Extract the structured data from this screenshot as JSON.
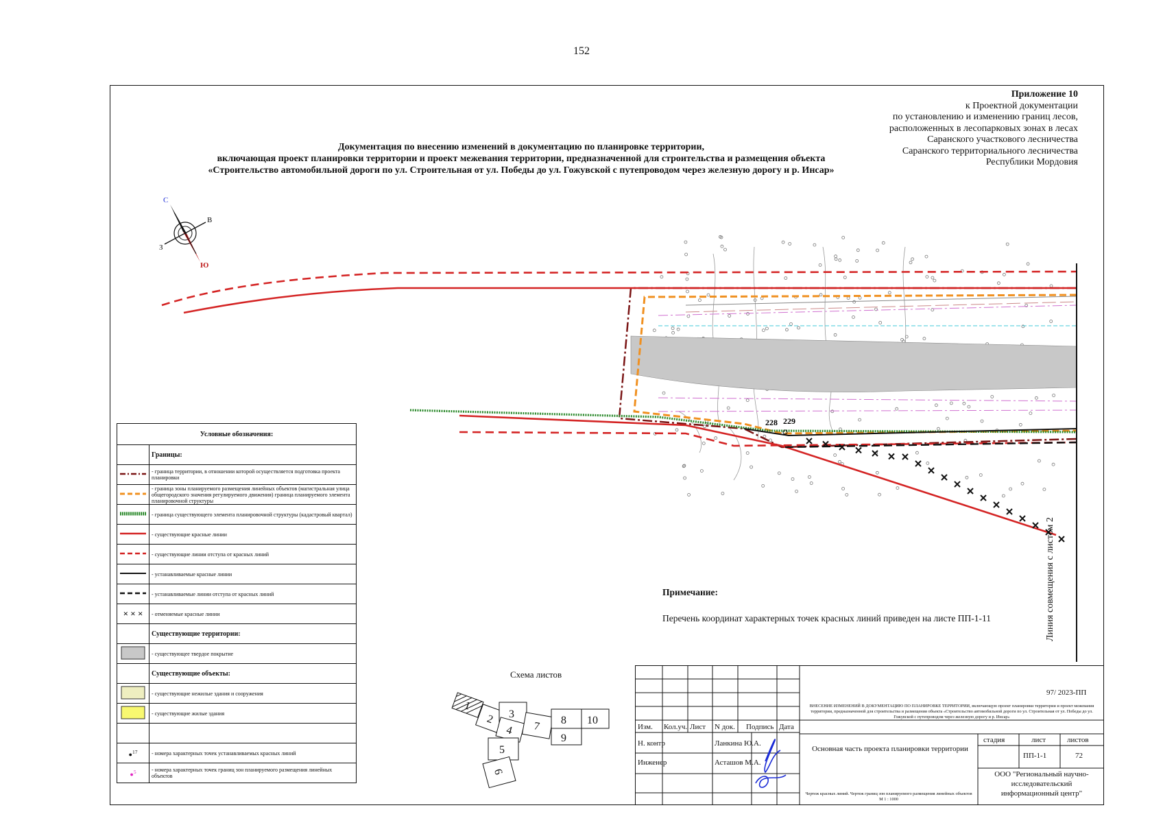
{
  "page_number": "152",
  "appendix": {
    "title": "Приложение 10",
    "lines": [
      "к Проектной документации",
      "по установлению и изменению границ лесов,",
      "расположенных в лесопарковых зонах в лесах",
      "Саранского участкового лесничества",
      "Саранского территориального лесничества",
      "Республики Мордовия"
    ]
  },
  "doc_title": [
    "Документация по внесению изменений в документацию по планировке территории,",
    "включающая проект планировки территории и проект межевания территории, предназначенной для строительства и размещения объекта",
    "«Строительство автомобильной дороги по ул. Строительная от ул. Победы до ул. Гожувской с путепроводом через железную дорогу и р. Инсар»"
  ],
  "compass": {
    "n": "С",
    "e": "В",
    "s": "Ю",
    "w": "З"
  },
  "point_labels": [
    "228",
    "229"
  ],
  "legend": {
    "header": "Условные обозначения:",
    "sec_borders": "Границы:",
    "items_borders": [
      "- граница территории, в отношении которой осуществляется подготовка проекта планировки",
      "- граница зоны планируемого размещения линейных объектов (магистральная улица общегородского значения регулируемого движения) граница планируемого элемента планировочной структуры",
      "- граница существующего элемента планировочной структуры (кадастровый квартал)",
      "- существующие красные линии",
      "- существующие линии отступа от красных линий",
      "- устанавливаемые красные линии",
      "- устанавливаемые линии отступа от красных линий",
      "- отменяемые красные линии"
    ],
    "sec_territories": "Существующие территории:",
    "item_hard": "- существующее твердое покрытие",
    "sec_objects": "Существующие объекты:",
    "item_nonres": "- существующие нежилые здания и сооружения",
    "item_res": "- существующие жилые здания",
    "item_pts17_num": "17",
    "item_pts17": "- номера характерных точек устанавливаемых красных линий",
    "item_pts5_num": "5",
    "item_pts5": "- номера характерных точек границ зон планируемого размещения линейных объектов",
    "xmark": "× × ×"
  },
  "note": {
    "title": "Примечание:",
    "text": "Перечень координат характерных точек красных линий приведен на листе ПП-1-11"
  },
  "vertical_label": "Линия совмещения с листом 2",
  "scheme": {
    "title": "Схема листов",
    "sheets": [
      "1",
      "2",
      "3",
      "4",
      "5",
      "6",
      "7",
      "8",
      "9",
      "10"
    ]
  },
  "title_block": {
    "code": "97/ 2023-ПП",
    "col_headers": [
      "Изм.",
      "Кол.уч.",
      "Лист",
      "N док.",
      "Подпись",
      "Дата"
    ],
    "description": "ВНЕСЕНИЕ ИЗМЕНЕНИЙ В ДОКУМЕНТАЦИЮ ПО ПЛАНИРОВКЕ ТЕРРИТОРИИ, включающую проект планировки территории и проект межевания территории, предназначенной для строительства и размещения объекта «Строительство автомобильной дороги по ул. Строительная от ул. Победы до ул. Гожувской с путепроводом через железную дорогу и р. Инсар»",
    "role1": "Н. контр",
    "name1": "Ланкина Ю.А.",
    "role2": "Инженер",
    "name2": "Асташов М.А.",
    "part": "Основная часть проекта планировки территории",
    "stage_h": "стадия",
    "sheet_h": "лист",
    "sheets_h": "листов",
    "sheet_v": "ПП-1-1",
    "sheets_v": "72",
    "org": "ООО \"Региональный научно-исследовательский информационный центр\"",
    "drawing": "Чертеж красных линий. Чертеж границ зон планируемого размещения линейных объектов",
    "scale": "М 1 : 1000"
  },
  "colors": {
    "red": "#d42424",
    "dark_red": "#7a1414",
    "orange": "#f09020",
    "green": "#2d8a2d",
    "gray": "#c8c8c8",
    "blue_sig": "#1a2bd6"
  }
}
